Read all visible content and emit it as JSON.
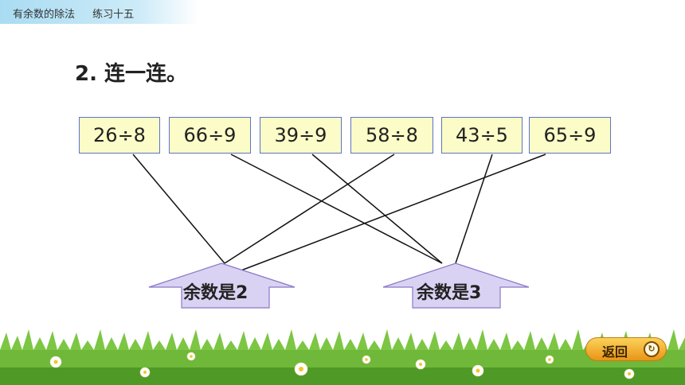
{
  "header": {
    "subject": "有余数的除法",
    "section": "练习十五"
  },
  "exercise": {
    "title": "2. 连一连。"
  },
  "expressions": [
    "26÷8",
    "66÷9",
    "39÷9",
    "58÷8",
    "43÷5",
    "65÷9"
  ],
  "answers": [
    "余数是2",
    "余数是3"
  ],
  "connections": [
    {
      "expression": "26÷8",
      "answer": "余数是2"
    },
    {
      "expression": "58÷8",
      "answer": "余数是2"
    },
    {
      "expression": "65÷9",
      "answer": "余数是2"
    },
    {
      "expression": "66÷9",
      "answer": "余数是3"
    },
    {
      "expression": "39÷9",
      "answer": "余数是3"
    },
    {
      "expression": "43÷5",
      "answer": "余数是3"
    }
  ],
  "nav": {
    "back_label": "返回",
    "back_icon": "return-icon"
  },
  "colors": {
    "header_band": "#a9dcf2",
    "card_fill": "#fcfcc8",
    "card_border": "#5c74c4",
    "arrow_fill": "#d9d2f2",
    "arrow_border": "#8a78c8",
    "button": "#f2a92a"
  }
}
